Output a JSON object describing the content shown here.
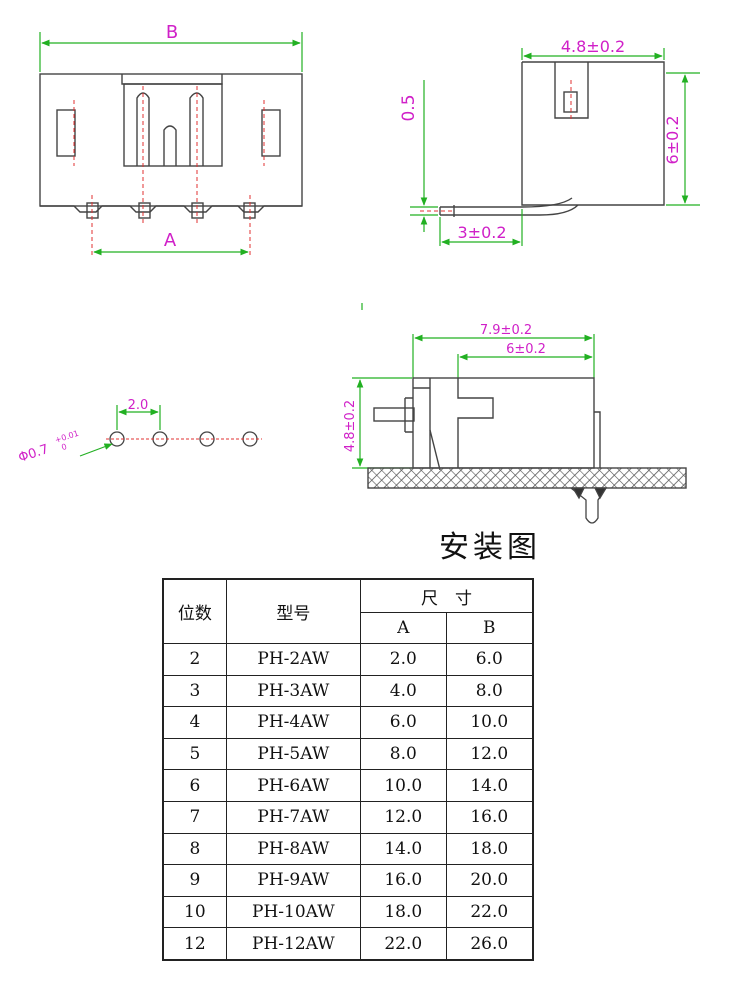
{
  "front_view": {
    "label_b": "B",
    "label_a": "A"
  },
  "side_view": {
    "dim_top": "4.8±0.2",
    "dim_left": "0.5",
    "dim_right": "6±0.2",
    "dim_bottom": "3±0.2"
  },
  "hole_pattern": {
    "pitch": "2.0",
    "hole_dia": "Φ0.7",
    "hole_tol_upper": "+0.01",
    "hole_tol_lower": "0"
  },
  "install_view": {
    "dim_outer": "7.9±0.2",
    "dim_inner": "6±0.2",
    "dim_height": "4.8±0.2"
  },
  "install_title": "安装图",
  "table": {
    "col_positions": "位数",
    "col_model": "型号",
    "col_size": "尺　寸",
    "col_a": "A",
    "col_b": "B",
    "rows": [
      {
        "pos": "2",
        "model": "PH-2AW",
        "a": "2.0",
        "b": "6.0"
      },
      {
        "pos": "3",
        "model": "PH-3AW",
        "a": "4.0",
        "b": "8.0"
      },
      {
        "pos": "4",
        "model": "PH-4AW",
        "a": "6.0",
        "b": "10.0"
      },
      {
        "pos": "5",
        "model": "PH-5AW",
        "a": "8.0",
        "b": "12.0"
      },
      {
        "pos": "6",
        "model": "PH-6AW",
        "a": "10.0",
        "b": "14.0"
      },
      {
        "pos": "7",
        "model": "PH-7AW",
        "a": "12.0",
        "b": "16.0"
      },
      {
        "pos": "8",
        "model": "PH-8AW",
        "a": "14.0",
        "b": "18.0"
      },
      {
        "pos": "9",
        "model": "PH-9AW",
        "a": "16.0",
        "b": "20.0"
      },
      {
        "pos": "10",
        "model": "PH-10AW",
        "a": "18.0",
        "b": "22.0"
      },
      {
        "pos": "12",
        "model": "PH-12AW",
        "a": "22.0",
        "b": "26.0"
      }
    ]
  },
  "colors": {
    "line": "#444444",
    "dimension": "#22b022",
    "dim_text": "#d020c8",
    "center_line": "#e03030",
    "hatch": "#555555"
  }
}
